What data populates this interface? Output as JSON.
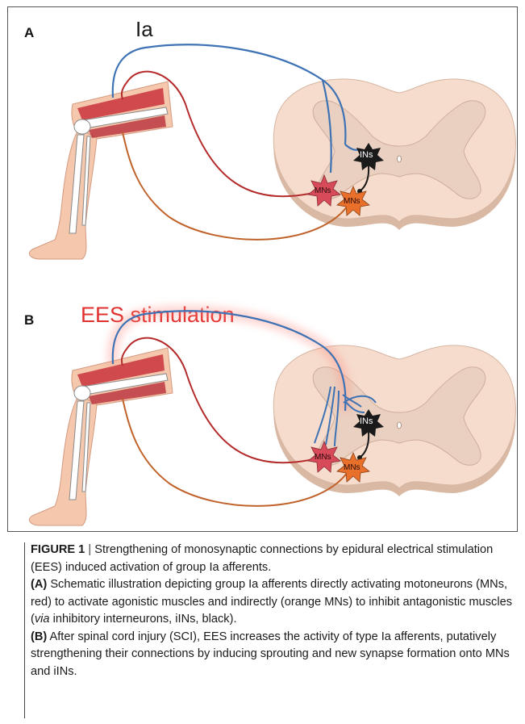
{
  "panels": {
    "a": {
      "letter": "A",
      "afferent_label": "Ia",
      "mn_label_1": "MNs",
      "mn_label_2": "MNs",
      "in_label": "INs"
    },
    "b": {
      "letter": "B",
      "stimulation_label": "EES stimulation",
      "mn_label_1": "MNs",
      "mn_label_2": "MNs",
      "in_label": "INs"
    }
  },
  "colors": {
    "afferent": "#3d72b4",
    "agonist_mn": "#d64a5a",
    "antagonist_mn": "#e8702a",
    "interneuron": "#1a1a1a",
    "ees": "#e0312f",
    "motor_red": "#b52a2a",
    "motor_orange": "#c0622a"
  },
  "caption": {
    "figure_label": "FIGURE 1",
    "separator": "|",
    "title": " Strengthening of monosynaptic connections by epidural electrical stimulation (EES) induced activation of group Ia afferents.",
    "a_tag": "(A)",
    "a_text_1": " Schematic illustration depicting group Ia afferents directly activating motoneurons (MNs, red) to activate agonistic muscles and indirectly (orange MNs) to inhibit antagonistic muscles (",
    "a_em": "via",
    "a_text_2": " inhibitory interneurons, iINs, black).",
    "b_tag": "(B)",
    "b_text": " After spinal cord injury (SCI), EES increases the activity of type Ia afferents, putatively strengthening their connections by inducing sprouting and new synapse formation onto MNs and iINs."
  }
}
